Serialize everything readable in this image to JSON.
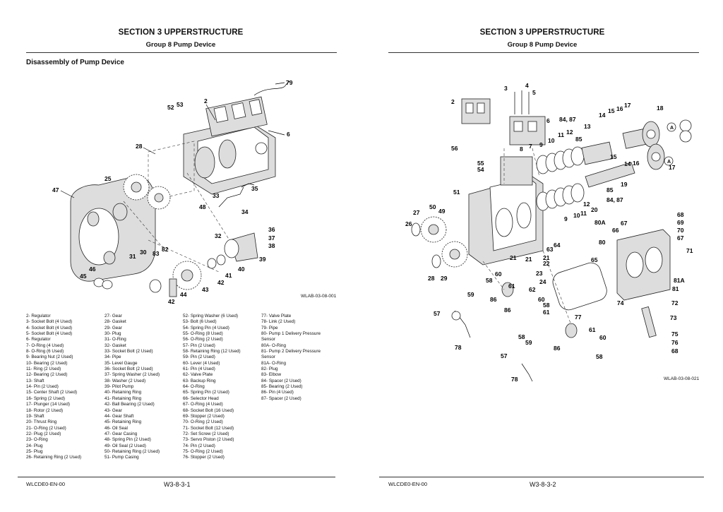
{
  "left_page": {
    "header_title": "SECTION 3 UPPERSTRUCTURE",
    "header_subtitle": "Group 8 Pump Device",
    "section_title": "Disassembly of Pump Device",
    "figure_id": "WLAB-03-08-001",
    "footer_code": "WLCDE0-EN-00",
    "footer_page": "W3-8-3-1",
    "callouts": [
      "79",
      "52",
      "53",
      "2",
      "6",
      "28",
      "25",
      "47",
      "35",
      "33",
      "34",
      "48",
      "36",
      "37",
      "38",
      "32",
      "39",
      "82",
      "30",
      "31",
      "83",
      "40",
      "41",
      "42",
      "46",
      "45",
      "43",
      "44",
      "42"
    ],
    "parts_legend": [
      [
        "2-   Regulator",
        "3-   Socket Bolt (4 Used)",
        "4-   Socket Bolt (4 Used)",
        "5-   Socket Bolt (4 Used)",
        "6-   Regulator",
        "7-   O-Ring (4 Used)",
        "8-   O-Ring (6 Used)",
        "9-   Bearing Nut (2 Used)",
        "10-  Bearing (2 Used)",
        "11-  Ring (2 Used)",
        "12-  Bearing (2 Used)",
        "13-  Shaft",
        "14-  Pin (2 Used)",
        "15-  Center Shaft (2 Used)",
        "16-  Spring (2 Used)",
        "17-  Plunger (14 Used)",
        "18-  Rotor (2 Used)",
        "19-  Shaft",
        "20-  Thrust Ring",
        "21-  O-Ring (2 Used)",
        "22-  Plug (2 Used)",
        "23-  O-Ring",
        "24-  Plug",
        "25-  Plug",
        "26-  Retaining Ring (2 Used)"
      ],
      [
        "27-  Gear",
        "28-  Gasket",
        "29-  Gear",
        "30-  Plug",
        "31-  O-Ring",
        "32-  Gasket",
        "33-  Socket Bolt (2 Used)",
        "34-  Pipe",
        "35-  Level Gauge",
        "36-  Socket Bolt (2 Used)",
        "37-  Spring Washer (2 Used)",
        "38-  Washer (2 Used)",
        "39-  Pilot Pump",
        "40-  Retaining Ring",
        "41-  Retaining Ring",
        "42-  Ball Bearing (2 Used)",
        "43-  Gear",
        "44-  Gear Shaft",
        "45-  Retaining Ring",
        "46-  Oil Seal",
        "47-  Gear Casing",
        "48-  Spring Pin (2 Used)",
        "49-  Oil Seal (2 Used)",
        "50-  Retaining Ring (2 Used)",
        "51-  Pump Casing"
      ],
      [
        "52-  Spring Washer (6 Used)",
        "53-  Bolt (6 Used)",
        "54-  Spring Pin (4 Used)",
        "55-  O-Ring (8 Used)",
        "56-  O-Ring (2 Used)",
        "57-  Pin (2 Used)",
        "58-  Retaining Ring (12 Used)",
        "59-  Pin (2 Used)",
        "60-  Lever (4 Used)",
        "61-  Pin (4 Used)",
        "62-  Valve Plate",
        "63-  Backup Ring",
        "64-  O-Ring",
        "65-  Spring Pin (2 Used)",
        "66-  Selector Head",
        "67-  O-Ring (4 Used)",
        "68-  Socket Bolt (16 Used)",
        "69-  Stopper (2 Used)",
        "70-  O-Ring (2 Used)",
        "71-  Socket Bolt (12 Used)",
        "72-  Set Screw (2 Used)",
        "73-  Servo Piston (2 Used)",
        "74-  Pin (2 Used)",
        "75-  O-Ring (2 Used)",
        "76-  Stopper (2 Used)"
      ],
      [
        "77-  Valve Plate",
        "78-  Link (2 Used)",
        "79-  Pipe",
        "80-  Pump 1 Delivery Pressure",
        "       Sensor",
        "80A- O-Ring",
        "81-  Pump 2 Delivery Pressure",
        "       Sensor",
        "81A- O-Ring",
        "82-  Plug",
        "83-  Elbow",
        "84-  Spacer (2 Used)",
        "85-  Bearing (2 Used)",
        "86-  Pin (4 Used)",
        "87-  Spacer (2 Used)"
      ]
    ]
  },
  "right_page": {
    "header_title": "SECTION 3 UPPERSTRUCTURE",
    "header_subtitle": "Group 8 Pump Device",
    "figure_id": "WLAB-03-08-021",
    "footer_code": "WLCDE0-EN-00",
    "footer_page": "W3-8-3-2",
    "callouts": [
      "3",
      "4",
      "5",
      "2",
      "6",
      "84, 87",
      "13",
      "14",
      "15",
      "16",
      "17",
      "18",
      "A",
      "56",
      "7",
      "8",
      "9",
      "10",
      "11",
      "12",
      "85",
      "19",
      "55",
      "54",
      "15",
      "14",
      "16",
      "17",
      "A",
      "85",
      "84, 87",
      "20",
      "12",
      "11",
      "10",
      "9",
      "51",
      "27",
      "50",
      "49",
      "26",
      "21",
      "22",
      "23",
      "24",
      "80A",
      "80",
      "66",
      "67",
      "68",
      "69",
      "70",
      "67",
      "71",
      "63",
      "64",
      "65",
      "62",
      "61",
      "60",
      "58",
      "59",
      "57",
      "86",
      "58",
      "60",
      "61",
      "58",
      "86",
      "77",
      "58",
      "59",
      "57",
      "78",
      "61",
      "60",
      "86",
      "58",
      "81A",
      "81",
      "74",
      "72",
      "73",
      "75",
      "76",
      "68",
      "29",
      "28",
      "A"
    ]
  }
}
